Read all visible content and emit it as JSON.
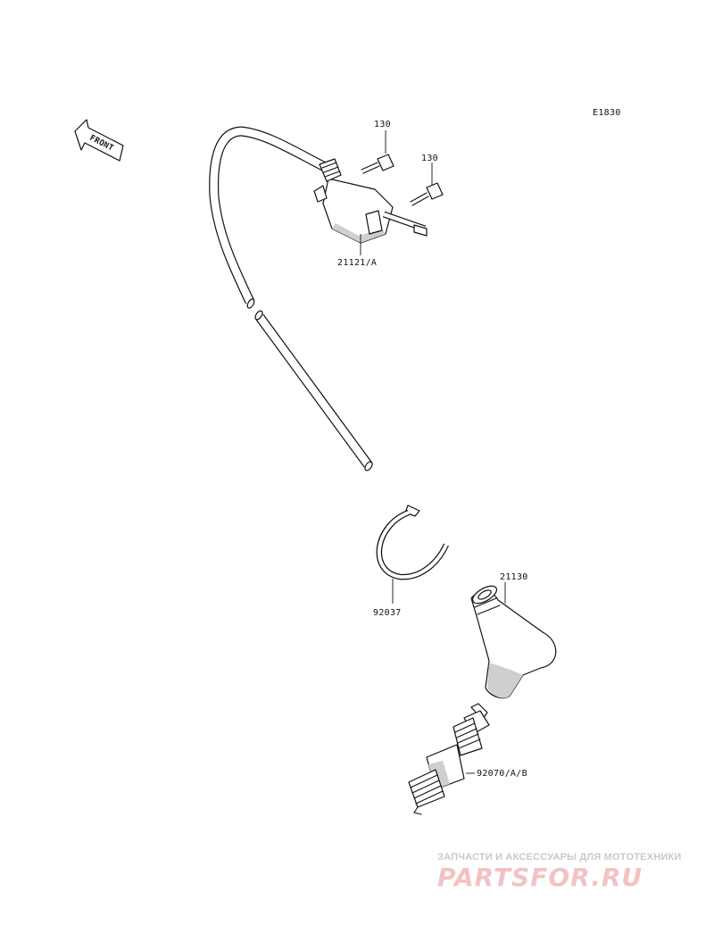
{
  "diagram_code": "E1830",
  "front_arrow": {
    "text": "FRONT",
    "icon": "front-direction-arrow-icon"
  },
  "parts": [
    {
      "id": "bolt-upper",
      "label": "130"
    },
    {
      "id": "bolt-lower",
      "label": "130"
    },
    {
      "id": "ignition-coil",
      "label": "21121/A"
    },
    {
      "id": "clamp",
      "label": "92037"
    },
    {
      "id": "plug-cap",
      "label": "21130"
    },
    {
      "id": "spark-plug",
      "label": "92070/A/B"
    }
  ],
  "watermark": {
    "tagline": "ЗАПЧАСТИ И АКСЕССУАРЫ ДЛЯ МОТОТЕХНИКИ",
    "brand": "PARTSFOR.RU",
    "color": "#f3c2c2"
  }
}
